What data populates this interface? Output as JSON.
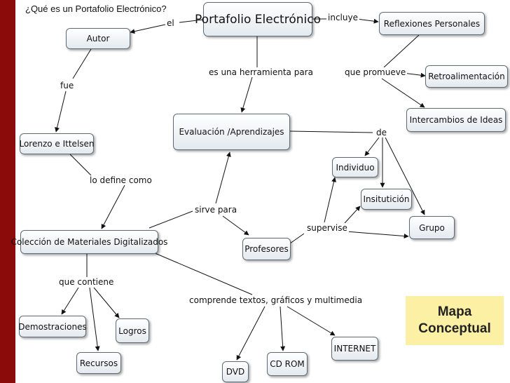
{
  "page_caption": "¿Qué es un Portafolio Electrónico?",
  "colors": {
    "side_bar": "#8b0a0a",
    "node_border": "#5d6b75",
    "callout_bg": "#fbf0a4",
    "line": "#111111"
  },
  "concepts": {
    "portafolio": "Portafolio Electrónico",
    "reflexiones": "Reflexiones Personales",
    "autor": "Autor",
    "retro": "Retroalimentación",
    "intercambios": "Intercambios de Ideas",
    "evaluacion": "Evaluación /Aprendizajes",
    "lorenzo": "Lorenzo e Ittelsen",
    "individuo": "Individuo",
    "institucion": "Insitutición",
    "grupo": "Grupo",
    "coleccion": "Colección de Materiales Digitalizados",
    "profesores": "Profesores",
    "demostraciones": "Demostraciones",
    "logros": "Logros",
    "recursos": "Recursos",
    "internet": "INTERNET",
    "cdrom": "CD ROM",
    "dvd": "DVD"
  },
  "link_labels": {
    "el": "el",
    "incluye": "incluye",
    "herramienta": "es una herramienta para",
    "fue": "fue",
    "promueve": "que promueve",
    "de": "de",
    "define": "lo define como",
    "sirve": "sirve para",
    "supervise": "supervise",
    "contiene": "que contiene",
    "comprende": "comprende textos, gráficos y multimedia"
  },
  "callout": {
    "line1": "Mapa",
    "line2": "Conceptual"
  }
}
